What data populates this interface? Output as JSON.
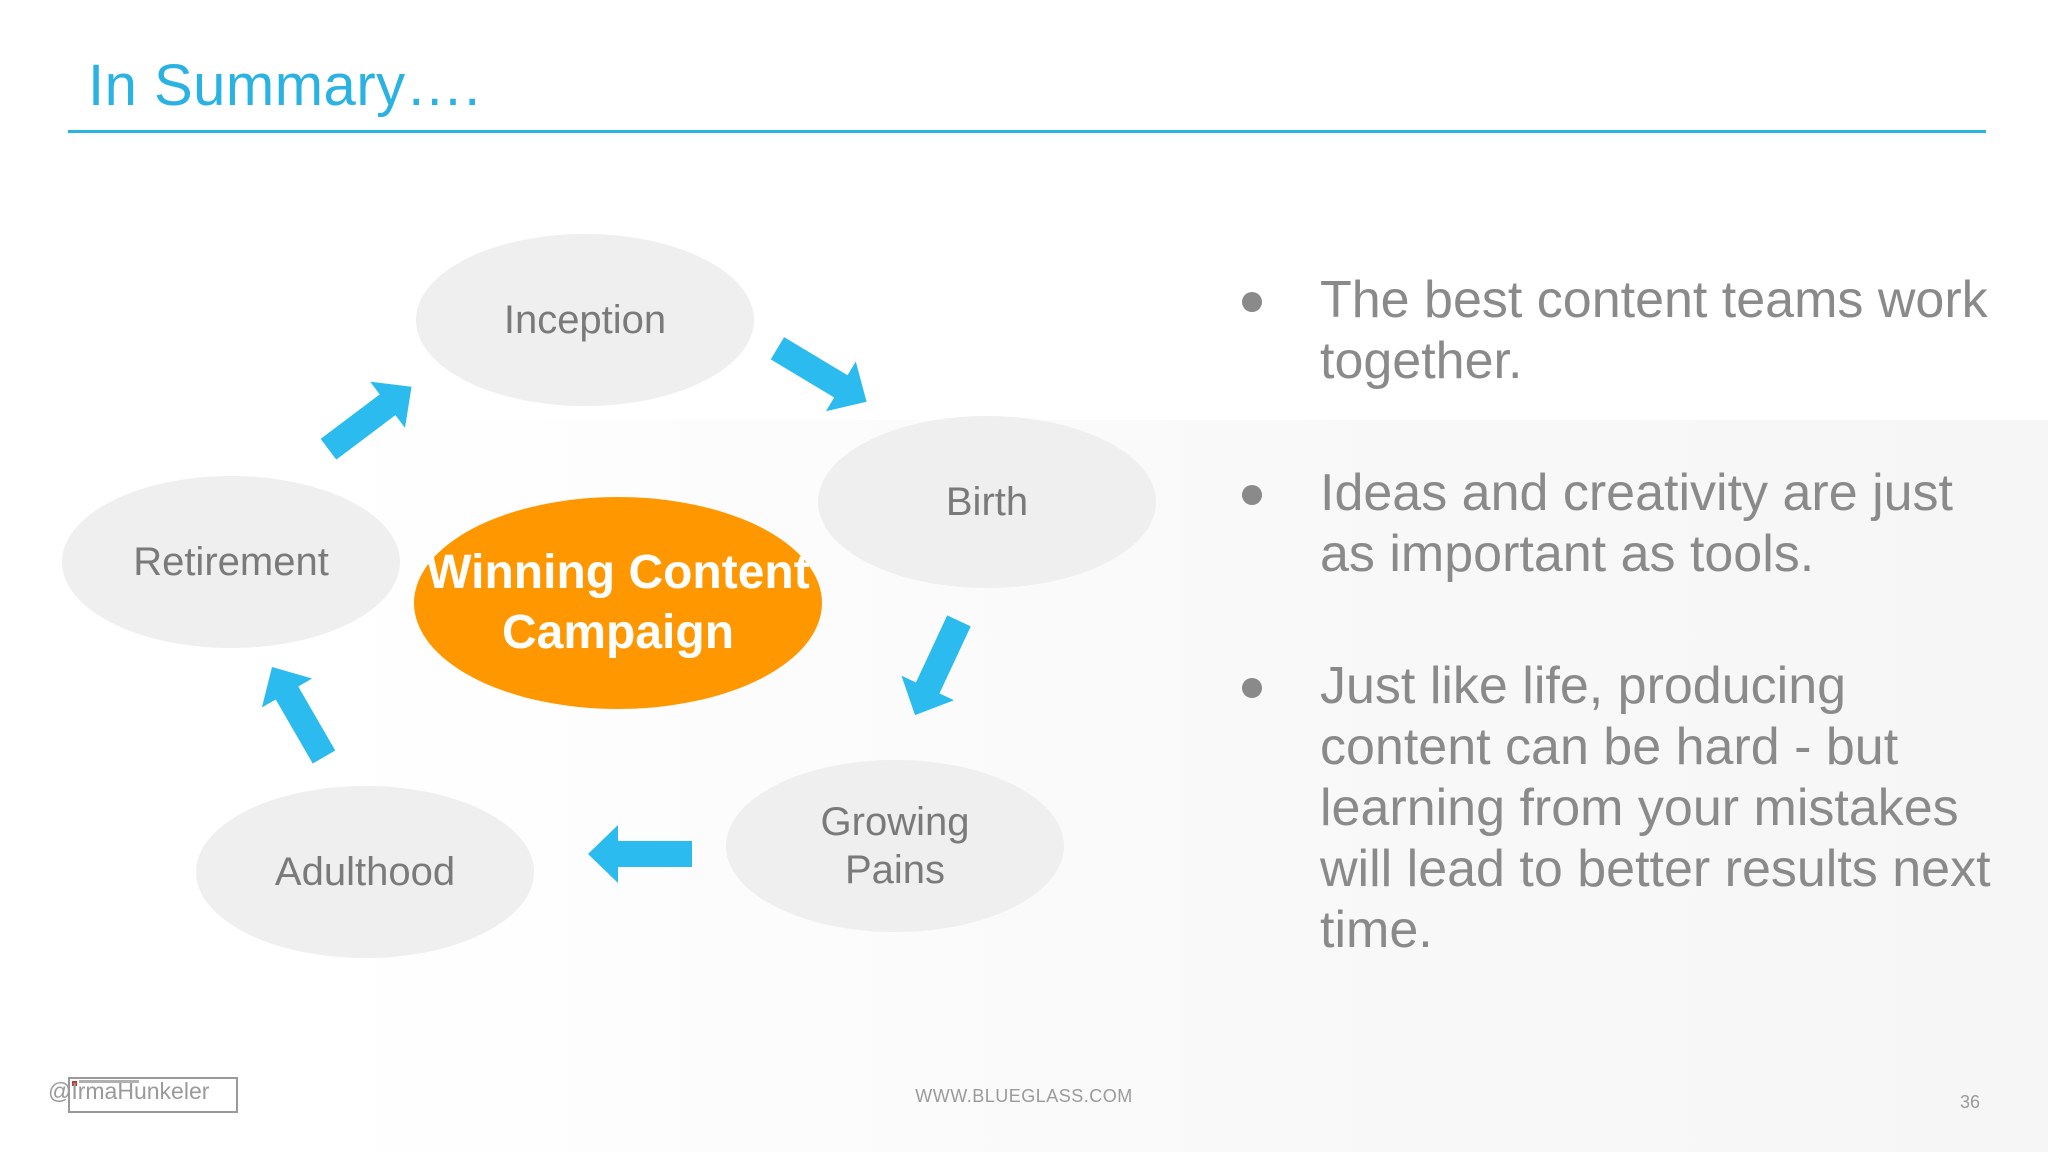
{
  "slide": {
    "title": "In Summary….",
    "page_number": "36"
  },
  "cycle": {
    "center": "Winning Content Campaign",
    "stages": [
      {
        "label": "Inception"
      },
      {
        "label": "Birth"
      },
      {
        "label": "Growing Pains"
      },
      {
        "label": "Adulthood"
      },
      {
        "label": "Retirement"
      }
    ]
  },
  "bullets": [
    "The best content teams work together.",
    "Ideas and creativity are just as important as tools.",
    "Just like life, producing content can be hard - but learning from your mistakes will lead to better results next time."
  ],
  "footer": {
    "handle": "@IrmaHunkeler",
    "url": "WWW.BLUEGLASS.COM"
  },
  "colors": {
    "accent": "#29b2e2",
    "center_fill": "#ff9800",
    "stage_fill": "#efefef",
    "text_gray": "#8a8a8a"
  }
}
